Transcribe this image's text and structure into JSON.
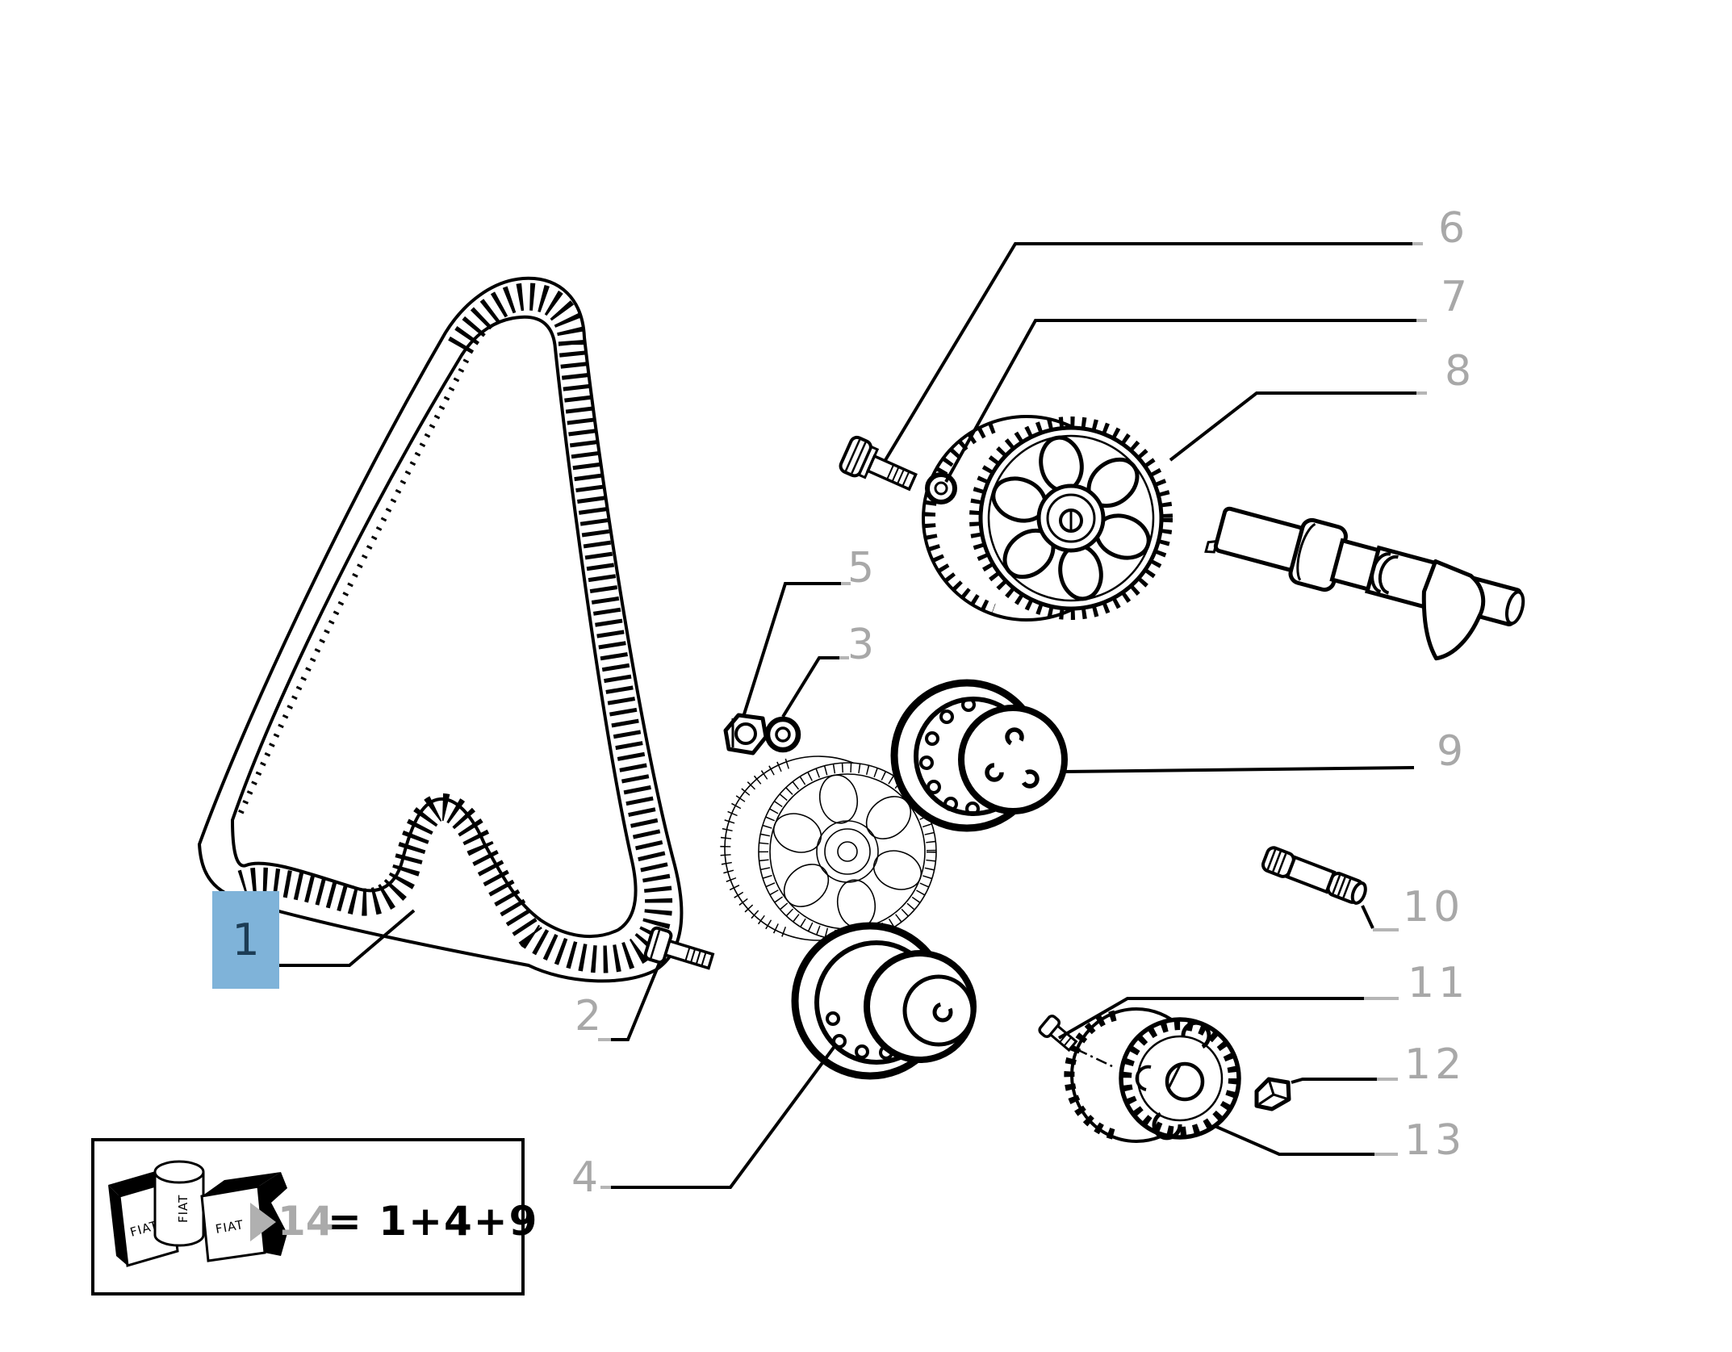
{
  "palette": {
    "background": "#ffffff",
    "line_black": "#000000",
    "callout_gray": "#a8a8a8",
    "leader_tip_gray": "#b5b5b5",
    "highlight_bg": "#7fb3d9",
    "highlight_text": "#1c3c55"
  },
  "callouts": {
    "c1": {
      "label": "1",
      "highlighted": true
    },
    "c2": {
      "label": "2"
    },
    "c3": {
      "label": "3"
    },
    "c4": {
      "label": "4"
    },
    "c5": {
      "label": "5"
    },
    "c6": {
      "label": "6"
    },
    "c7": {
      "label": "7"
    },
    "c8": {
      "label": "8"
    },
    "c9": {
      "label": "9"
    },
    "c10": {
      "label": "10"
    },
    "c11": {
      "label": "11"
    },
    "c12": {
      "label": "12"
    },
    "c13": {
      "label": "13"
    }
  },
  "legend": {
    "kit_number": "14",
    "formula": "= 1+4+9",
    "brand": "FIAT",
    "arrow_icon": "right-arrowhead"
  }
}
